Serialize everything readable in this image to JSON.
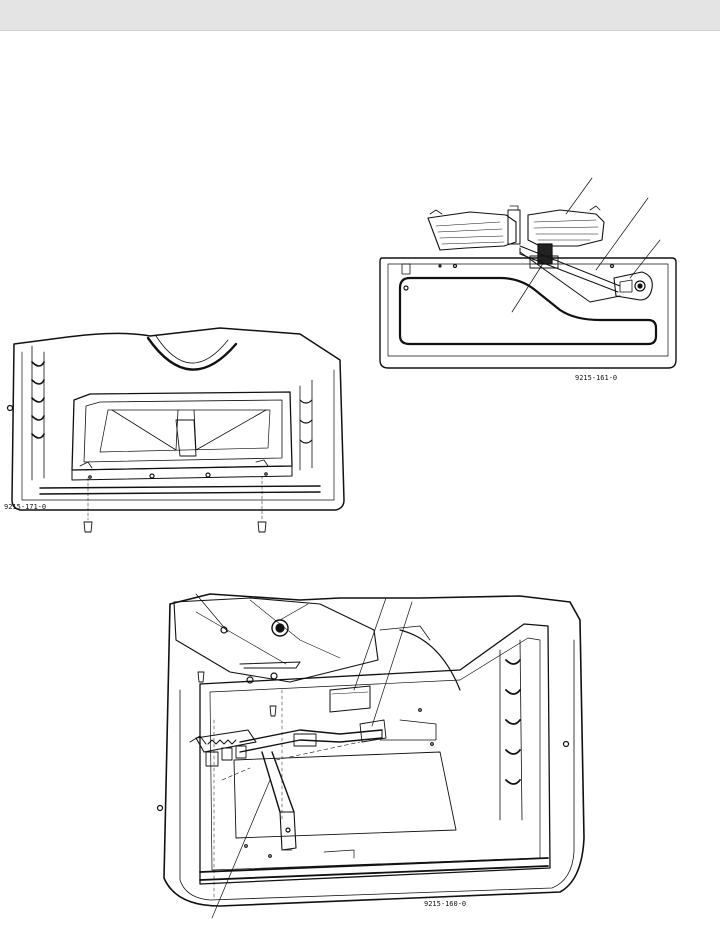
{
  "figures": [
    {
      "id": "broil-element-view",
      "code": "9215-161-0"
    },
    {
      "id": "burner-box-view",
      "code": "9215-171-0"
    },
    {
      "id": "oven-cavity-view",
      "code": "9215-160-0"
    }
  ]
}
